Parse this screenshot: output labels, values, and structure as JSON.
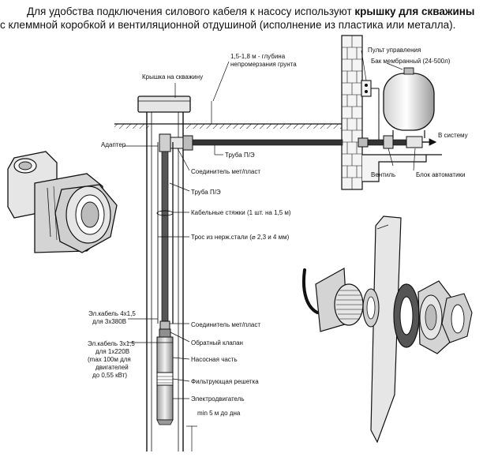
{
  "caption": {
    "line1_prefix": "Для удобства подключения силового кабеля к насосу используют ",
    "line1_bold": "крышку для скважины",
    "line2": "с клеммной коробкой и вентиляционной отдушиной (исполнение из пластика или металла)."
  },
  "labels": {
    "well_cap": "Крышка на скважину",
    "depth_line1": "1,5-1,8 м - глубина",
    "depth_line2": "непромерзания грунта",
    "control_panel": "Пульт управления",
    "tank": "Бак мембранный (24-500л)",
    "to_system": "В систему",
    "valve": "Вентиль",
    "automation_block": "Блок автоматики",
    "adapter": "Адаптер",
    "pe_pipe_horizontal": "Труба П/Э",
    "connector_top": "Соединитель мет/пласт",
    "pe_pipe_vertical": "Труба П/Э",
    "cable_ties": "Кабельные стяжки (1 шт. на 1,5 м)",
    "steel_rope": "Трос из нерж.стали (⌀ 2,3 и 4 мм)",
    "cable_4x_line1": "Эл.кабель 4х1,5",
    "cable_4x_line2": "для 3х380В",
    "cable_3x_line1": "Эл.кабель 3х1,5",
    "cable_3x_line2": "для 1х220В",
    "cable_3x_line3": "(max 100м для",
    "cable_3x_line4": "двигателей",
    "cable_3x_line5": "до 0,55 кВт)",
    "connector_bottom": "Соединитель мет/пласт",
    "check_valve": "Обратный клапан",
    "pump_part": "Насосная часть",
    "filter_grid": "Фильтрующая решетка",
    "motor": "Электродвигатель",
    "min_depth": "min 5 м до дна"
  },
  "colors": {
    "line": "#111111",
    "pipe": "#333333",
    "wall_fill": "#f4f4f4",
    "metal_light": "#e6e6e6",
    "metal_mid": "#bcbcbc",
    "metal_dark": "#555555"
  }
}
